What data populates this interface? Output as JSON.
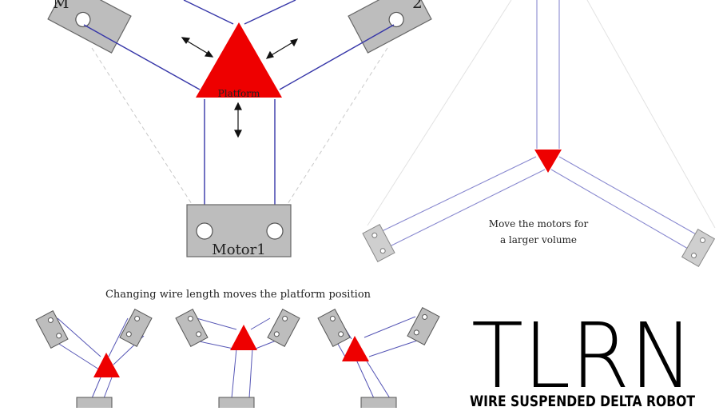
{
  "labels": {
    "platform": "Platform",
    "motor1": "Motor1",
    "motor2": "2",
    "motor3": "M",
    "caption_wire": "Changing wire length moves the platform position",
    "caption_motors_line1": "Move the motors for",
    "caption_motors_line2": "a larger volume"
  },
  "logo": {
    "title": "TLRN",
    "subtitle": "WIRE SUSPENDED DELTA ROBOT"
  },
  "colors": {
    "platform": "#ee0000",
    "motor_fill": "#bdbdbd",
    "motor_stroke": "#666666",
    "wire": "#3535a8",
    "wire_light": "#8a8ad0",
    "dashed": "#c8c8c8",
    "text": "#222222",
    "logo": "#000000"
  }
}
